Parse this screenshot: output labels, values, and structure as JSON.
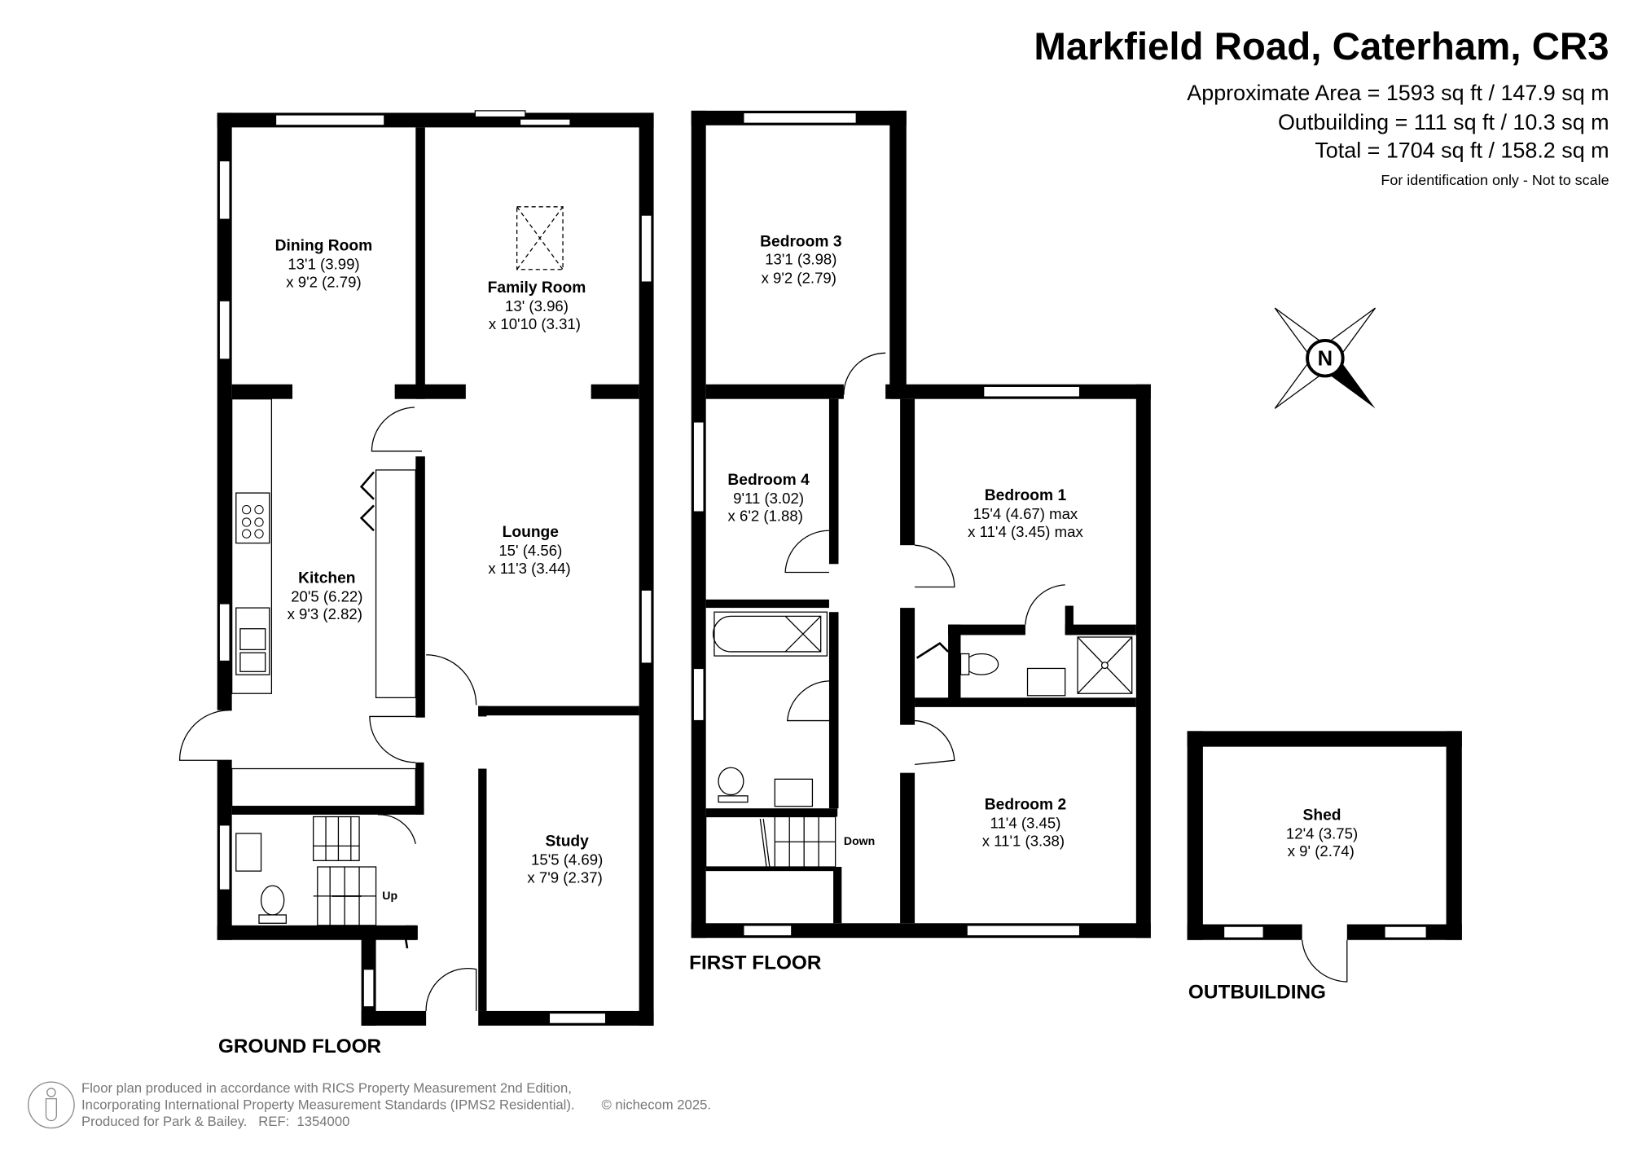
{
  "header": {
    "title": "Markfield Road, Caterham, CR3",
    "approximate_area": "Approximate Area = 1593 sq ft / 147.9 sq m",
    "outbuilding_area": "Outbuilding = 111 sq ft / 10.3 sq m",
    "total_area": "Total = 1704 sq ft / 158.2 sq m",
    "disclaimer": "For identification only - Not to scale"
  },
  "compass": {
    "label": "N",
    "icon": "compass-north-icon"
  },
  "ground_floor": {
    "label": "GROUND FLOOR",
    "stairs_label": "Up",
    "rooms": [
      {
        "name": "Dining Room",
        "dim1": "13'1 (3.99)",
        "dim2": "x 9'2 (2.79)"
      },
      {
        "name": "Family Room",
        "dim1": "13' (3.96)",
        "dim2": "x 10'10 (3.31)"
      },
      {
        "name": "Lounge",
        "dim1": "15' (4.56)",
        "dim2": "x 11'3 (3.44)"
      },
      {
        "name": "Kitchen",
        "dim1": "20'5 (6.22)",
        "dim2": "x 9'3 (2.82)"
      },
      {
        "name": "Study",
        "dim1": "15'5 (4.69)",
        "dim2": "x 7'9 (2.37)"
      }
    ]
  },
  "first_floor": {
    "label": "FIRST FLOOR",
    "stairs_label": "Down",
    "rooms": [
      {
        "name": "Bedroom 3",
        "dim1": "13'1 (3.98)",
        "dim2": "x 9'2 (2.79)"
      },
      {
        "name": "Bedroom 4",
        "dim1": "9'11 (3.02)",
        "dim2": "x 6'2 (1.88)"
      },
      {
        "name": "Bedroom 1",
        "dim1": "15'4 (4.67) max",
        "dim2": "x 11'4 (3.45) max"
      },
      {
        "name": "Bedroom 2",
        "dim1": "11'4 (3.45)",
        "dim2": "x 11'1 (3.38)"
      }
    ]
  },
  "outbuilding": {
    "label": "OUTBUILDING",
    "rooms": [
      {
        "name": "Shed",
        "dim1": "12'4 (3.75)",
        "dim2": "x 9' (2.74)"
      }
    ]
  },
  "footer": {
    "line1": "Floor plan produced in accordance with RICS Property Measurement 2nd Edition,",
    "line2": "Incorporating International Property Measurement Standards (IPMS2 Residential).",
    "copyright": "© nichecom 2025.",
    "line3": "Produced for Park & Bailey.   REF:  1354000"
  }
}
